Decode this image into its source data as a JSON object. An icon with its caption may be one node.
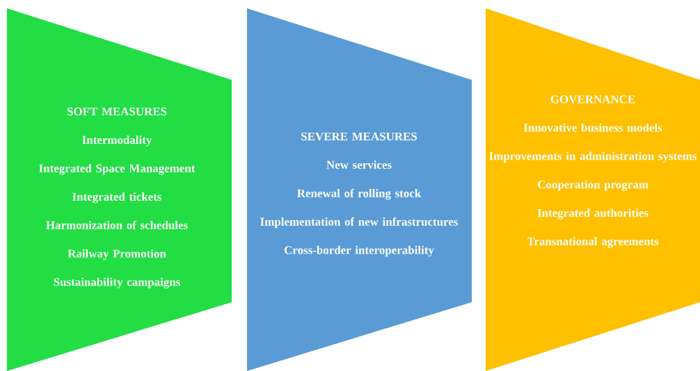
{
  "diagram": {
    "nodes": [
      {
        "text": [
          "SOFT MEASURES",
          "Intermodality",
          "Integrated Space Management",
          "Integrated tickets",
          "Harmonization of schedules",
          "Railway Promotion",
          "Sustainability campaigns"
        ]
      },
      {
        "text": [
          "SEVERE MEASURES",
          "New services",
          "Renewal of rolling stock",
          "Implementation of new infrastructures",
          "Cross-border interoperability"
        ]
      },
      {
        "text": [
          "GOVERNANCE",
          "Innovative business models",
          "Improvements in administration systems",
          "Cooperation program",
          "Integrated authorities",
          "Transnational agreements"
        ]
      }
    ]
  }
}
